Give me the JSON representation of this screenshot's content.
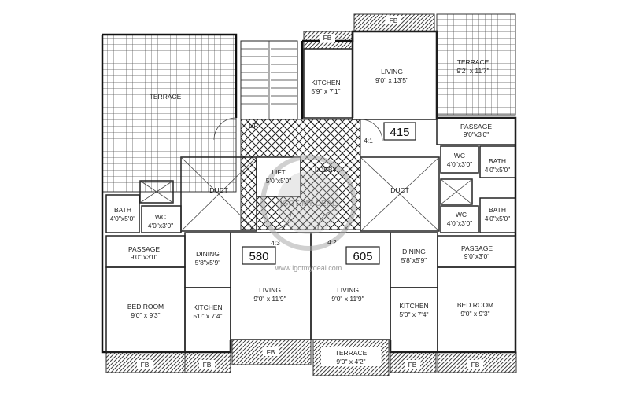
{
  "rooms": {
    "terrace_left": "TERRACE",
    "terrace_right_name": "TERRACE",
    "terrace_right_dim": "9'2\" x 11'7\"",
    "living_top_name": "LIVING",
    "living_top_dim": "9'0\" x 13'5\"",
    "kitchen_top_name": "KITCHEN",
    "kitchen_top_dim": "5'9\" x 7'1\"",
    "passage_right_top_name": "PASSAGE",
    "passage_right_top_dim": "9'0\"x3'0\"",
    "wc_right_top_name": "WC",
    "wc_right_top_dim": "4'0\"x3'0\"",
    "bath_right_top_name": "BATH",
    "bath_right_top_dim": "4'0\"x5'0\"",
    "wc_right_bot_name": "WC",
    "wc_right_bot_dim": "4'0\"x3'0\"",
    "bath_right_bot_name": "BATH",
    "bath_right_bot_dim": "4'0\"x5'0\"",
    "lift_name": "LIFT",
    "lift_dim": "5'0\"x5'0\"",
    "lobby": "LOBBY",
    "duct_left": "DUCT",
    "duct_right": "DUCT",
    "up": "UP",
    "bath_left_name": "BATH",
    "bath_left_dim": "4'0\"x5'0\"",
    "wc_left_name": "WC",
    "wc_left_dim": "4'0\"x3'0\"",
    "passage_left_name": "PASSAGE",
    "passage_left_dim": "9'0\" x3'0\"",
    "dining_left_name": "DINING",
    "dining_left_dim": "5'8\"x5'9\"",
    "dining_right_name": "DINING",
    "dining_right_dim": "5'8\"x5'9\"",
    "passage_right_bot_name": "PASSAGE",
    "passage_right_bot_dim": "9'0\"x3'0\"",
    "living_left_name": "LIVING",
    "living_left_dim": "9'0\" x 11'9\"",
    "living_right_name": "LIVING",
    "living_right_dim": "9'0\" x 11'9\"",
    "bedroom_left_name": "BED ROOM",
    "bedroom_left_dim": "9'0\" x 9'3\"",
    "bedroom_right_name": "BED ROOM",
    "bedroom_right_dim": "9'0\" x 9'3\"",
    "kitchen_left_name": "KITCHEN",
    "kitchen_left_dim": "5'0\" x 7'4\"",
    "kitchen_right_name": "KITCHEN",
    "kitchen_right_dim": "5'0\" x 7'4\"",
    "terrace_bottom_name": "TERRACE",
    "terrace_bottom_dim": "9'0\" x 4'2\""
  },
  "flowerbeds": [
    "FB",
    "FB",
    "FB",
    "FB",
    "FB",
    "FB",
    "FB"
  ],
  "unit_numbers": {
    "top": "415",
    "left": "580",
    "right": "605"
  },
  "door_marks": {
    "top": "4:1",
    "left": "4:3",
    "right": "4:2"
  },
  "watermark": {
    "logo_text": "IGOT MY DEAL",
    "site": "www.igotmydeal.com"
  }
}
